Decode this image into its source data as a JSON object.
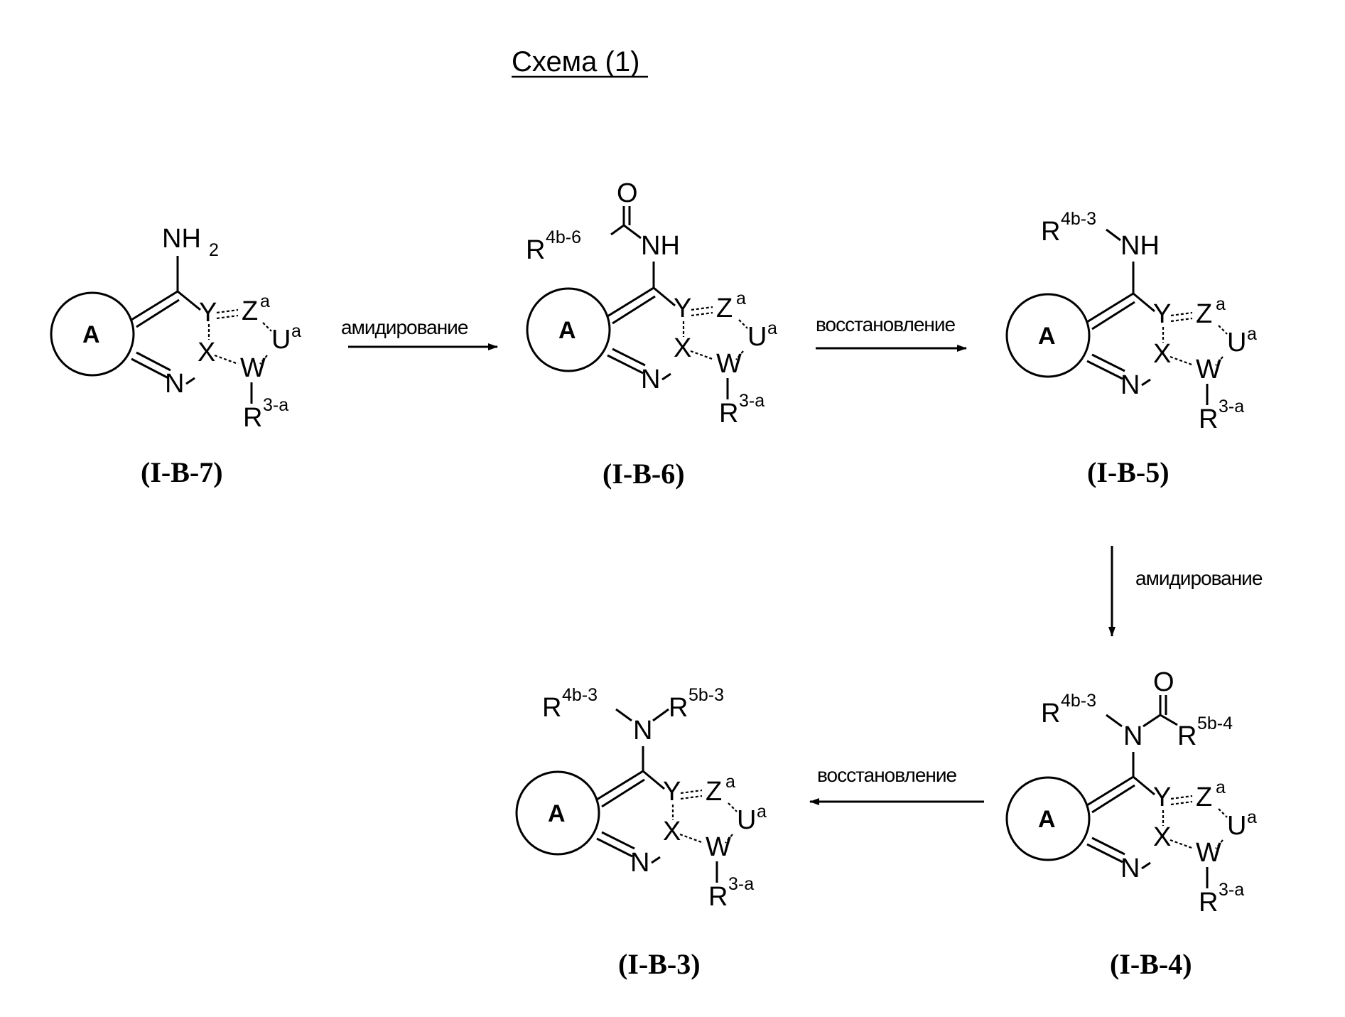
{
  "title": "Схема (1)",
  "atoms": {
    "ring_label": "A",
    "Y": "Y",
    "Z": "Z",
    "U": "U",
    "W": "W",
    "X": "X",
    "N": "N",
    "NH": "NH",
    "NH2_main": "NH",
    "NH2_sub": "2",
    "O": "O",
    "R": "R",
    "a": "a",
    "r3a": "3-a",
    "r4b6": "4b-6",
    "r4b3": "4b-3",
    "r5b3": "5b-3",
    "r5b4": "5b-4"
  },
  "compounds": [
    {
      "id": "I-B-7",
      "label": "(I-B-7)"
    },
    {
      "id": "I-B-6",
      "label": "(I-B-6)"
    },
    {
      "id": "I-B-5",
      "label": "(I-B-5)"
    },
    {
      "id": "I-B-4",
      "label": "(I-B-4)"
    },
    {
      "id": "I-B-3",
      "label": "(I-B-3)"
    }
  ],
  "arrows": [
    {
      "from": "I-B-7",
      "to": "I-B-6",
      "label": "амидирование"
    },
    {
      "from": "I-B-6",
      "to": "I-B-5",
      "label": "восстановление"
    },
    {
      "from": "I-B-5",
      "to": "I-B-4",
      "label": "амидирование"
    },
    {
      "from": "I-B-4",
      "to": "I-B-3",
      "label": "восстановление"
    }
  ]
}
